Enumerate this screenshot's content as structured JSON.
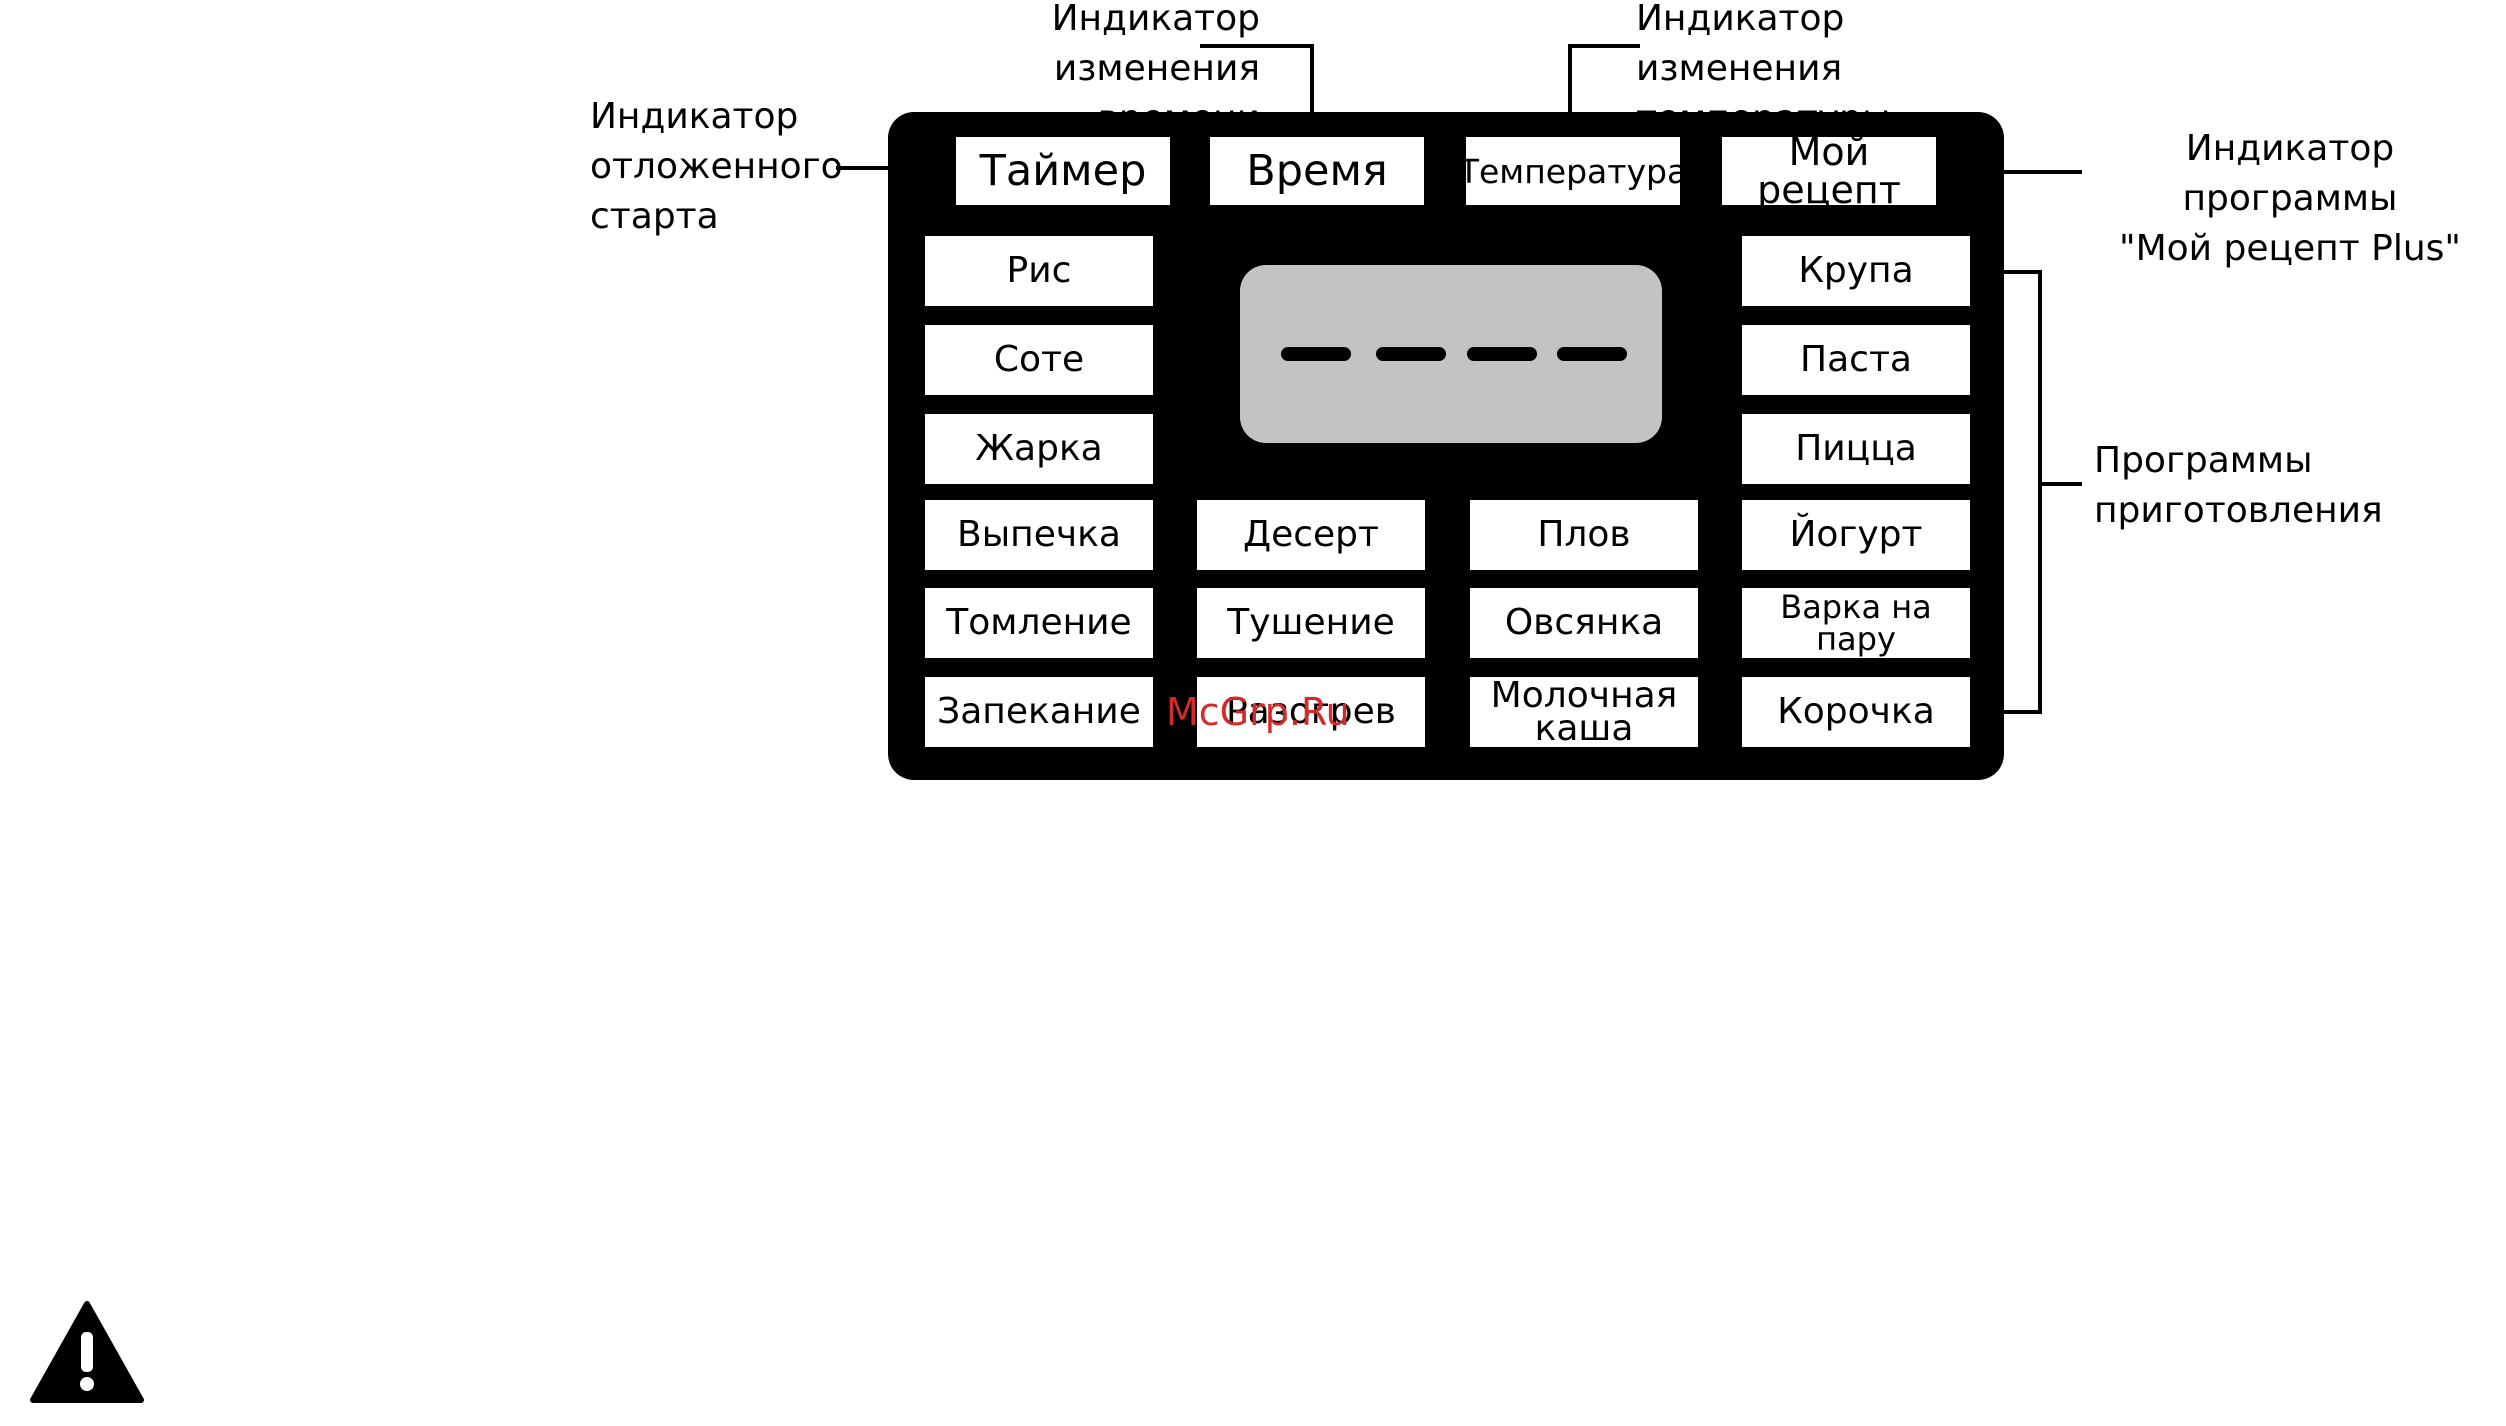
{
  "callouts": {
    "time_change": "Индикатор изменения\nвремени",
    "temp_change": "Индикатор изменения\nтемпературы",
    "delayed_start": "Индикатор\nотложенного\nстарта",
    "my_recipe": "Индикатор программы\n\"Мой рецепт Plus\"",
    "programs": "Программы\nприготовления"
  },
  "indicators": [
    "Таймер",
    "Время",
    "Температура",
    "Мой рецепт"
  ],
  "buttons": {
    "left": [
      "Рис",
      "Соте",
      "Жарка",
      "Выпечка",
      "Томление",
      "Запекание"
    ],
    "right": [
      "Крупа",
      "Паста",
      "Пицца",
      "Йогурт",
      "Варка на пару",
      "Корочка"
    ],
    "center_left": [
      "Десерт",
      "Тушение",
      "Разогрев"
    ],
    "center_right": [
      "Плов",
      "Овсянка",
      "Молочная\nкаша"
    ]
  },
  "display_value": "----",
  "watermark": "McGrp.Ru",
  "icons": {
    "warning": "warning-triangle-icon"
  },
  "colors": {
    "panel": "#000000",
    "screen": "#c3c3c3",
    "watermark": "#d42a2a"
  }
}
